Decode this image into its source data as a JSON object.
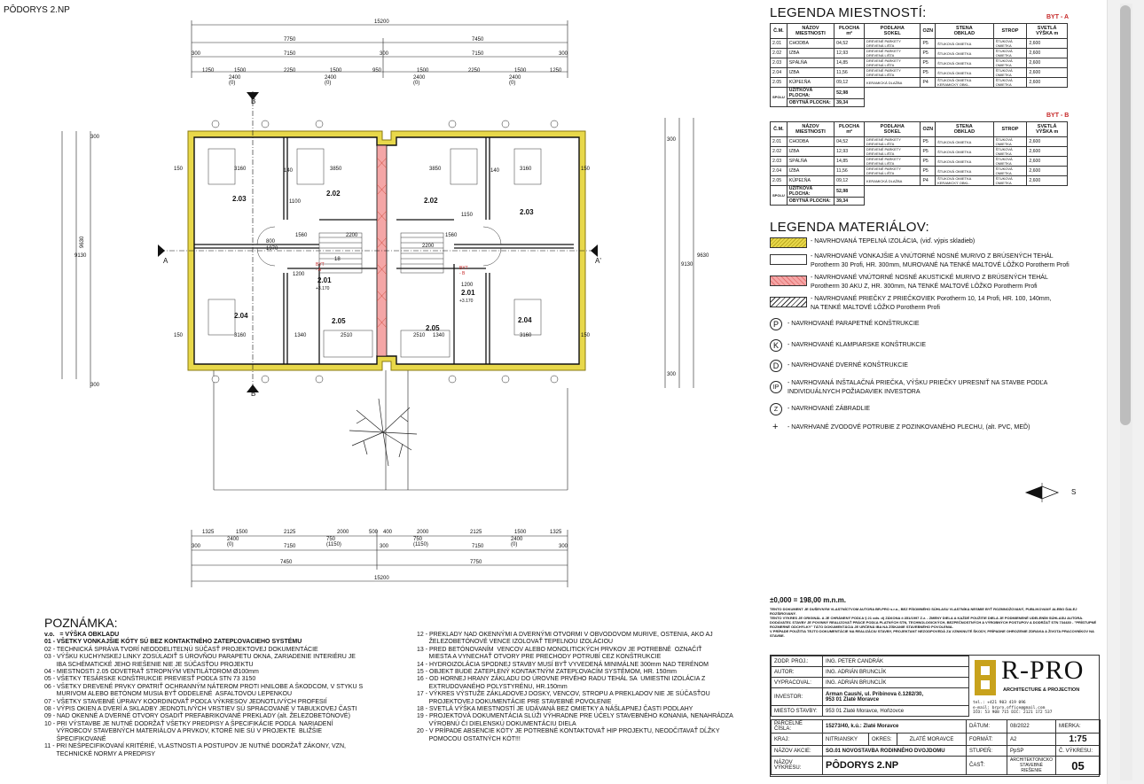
{
  "sheet_title": "PÔDORYS 2.NP",
  "plan": {
    "top_dims": {
      "total": "15200",
      "halves": [
        "7750",
        "7450"
      ],
      "row3": [
        "300",
        "7150",
        "300",
        "7150",
        "300"
      ],
      "row4": [
        "1250",
        "1500",
        "2250",
        "1500",
        "950",
        "1500",
        "2250",
        "1500",
        "1250"
      ],
      "windows": [
        "2400 (0)",
        "2400 (0)",
        "2400 (0)",
        "2400 (0)"
      ]
    },
    "bottom_dims": {
      "row1": [
        "1325",
        "1500",
        "2125",
        "2000",
        "500",
        "400",
        "2000",
        "2125",
        "1500",
        "1325"
      ],
      "windows": [
        "2400 (0)",
        "750 (1150)",
        "750 (1150)",
        "2400 (0)"
      ],
      "row2": [
        "300",
        "7150",
        "300",
        "7150",
        "300"
      ],
      "halves": [
        "7450",
        "7750"
      ],
      "total": "15200"
    },
    "left_dims": [
      "9630",
      "9130",
      "300",
      "300"
    ],
    "right_dims": [
      "9630",
      "9130",
      "300",
      "300"
    ],
    "rooms": [
      {
        "id": "2.03",
        "w": "3160"
      },
      {
        "id": "2.02",
        "w": "3850"
      },
      {
        "id": "2.02",
        "w": "3850"
      },
      {
        "id": "2.03",
        "w": "3160"
      },
      {
        "id": "2.01",
        "w": ""
      },
      {
        "id": "2.01",
        "w": ""
      },
      {
        "id": "2.04",
        "w": "3160"
      },
      {
        "id": "2.05",
        "w": "2510"
      },
      {
        "id": "2.05",
        "w": "2510"
      },
      {
        "id": "2.04",
        "w": "3160"
      }
    ],
    "byt_labels": [
      "BYT - A",
      "BYT - B"
    ],
    "level": "+3.170",
    "section_marks": {
      "a": "A",
      "a2": "A'",
      "b": "B",
      "b2": "B'"
    },
    "misc_dims": [
      "150",
      "150",
      "150",
      "150",
      "1560",
      "1560",
      "1100",
      "1150",
      "1200",
      "1200",
      "800",
      "1970",
      "140",
      "140",
      "1340",
      "1340",
      "2200",
      "2200",
      "18"
    ]
  },
  "legend_rooms": {
    "title": "LEGENDA MIESTNOSTÍ:",
    "headers": {
      "cm": "Č.M.",
      "name": "NÁZOV MIESTNOSTI",
      "area": "PLOCHA m²",
      "floor": "PODLAHA",
      "sokel": "SOKEL",
      "ozn": "OZN",
      "wall": "STENA",
      "obklad": "OBKLAD",
      "ceiling": "STROP",
      "height": "SVETLÁ VÝŠKA m"
    },
    "tables": [
      {
        "label": "BYT - A",
        "rows": [
          {
            "cm": "2.01",
            "name": "CHODBA",
            "area": "04,52",
            "floor": "DREVENÉ PARKETY DREVENÁ LIŠTA",
            "ozn": "P5",
            "wall": "ŠTUKOVÁ OMIETKA",
            "ceiling": "ŠTUKOVÁ OMIETKA",
            "height": "2,600"
          },
          {
            "cm": "2.02",
            "name": "IZBA",
            "area": "12,93",
            "floor": "DREVENÉ PARKETY DREVENÁ LIŠTA",
            "ozn": "P5",
            "wall": "ŠTUKOVÁ OMIETKA",
            "ceiling": "ŠTUKOVÁ OMIETKA",
            "height": "2,600"
          },
          {
            "cm": "2.03",
            "name": "SPÁLŇA",
            "area": "14,85",
            "floor": "DREVENÉ PARKETY DREVENÁ LIŠTA",
            "ozn": "P5",
            "wall": "ŠTUKOVÁ OMIETKA",
            "ceiling": "ŠTUKOVÁ OMIETKA",
            "height": "2,600"
          },
          {
            "cm": "2.04",
            "name": "IZBA",
            "area": "11,56",
            "floor": "DREVENÉ PARKETY DREVENÁ LIŠTA",
            "ozn": "P5",
            "wall": "ŠTUKOVÁ OMIETKA",
            "ceiling": "ŠTUKOVÁ OMIETKA",
            "height": "2,600"
          },
          {
            "cm": "2.05",
            "name": "KÚPEĽŇA",
            "area": "09,12",
            "floor": "KERAMICKÁ DLAŽBA",
            "ozn": "P4",
            "wall": "ŠTUKOVÁ OMIETKA KERAMICKÝ OBKL.",
            "ceiling": "ŠTUKOVÁ OMIETKA",
            "height": "2,600"
          }
        ],
        "useful_label": "ÚŽITKOVÁ PLOCHA:",
        "useful": "52,98",
        "living_label": "OBYTNÁ PLOCHA:",
        "living": "39,34",
        "side": "SPOLU"
      },
      {
        "label": "BYT - B",
        "rows": [
          {
            "cm": "2.01",
            "name": "CHODBA",
            "area": "04,52",
            "floor": "DREVENÉ PARKETY DREVENÁ LIŠTA",
            "ozn": "P5",
            "wall": "ŠTUKOVÁ OMIETKA",
            "ceiling": "ŠTUKOVÁ OMIETKA",
            "height": "2,600"
          },
          {
            "cm": "2.02",
            "name": "IZBA",
            "area": "12,93",
            "floor": "DREVENÉ PARKETY DREVENÁ LIŠTA",
            "ozn": "P5",
            "wall": "ŠTUKOVÁ OMIETKA",
            "ceiling": "ŠTUKOVÁ OMIETKA",
            "height": "2,600"
          },
          {
            "cm": "2.03",
            "name": "SPÁLŇA",
            "area": "14,85",
            "floor": "DREVENÉ PARKETY DREVENÁ LIŠTA",
            "ozn": "P5",
            "wall": "ŠTUKOVÁ OMIETKA",
            "ceiling": "ŠTUKOVÁ OMIETKA",
            "height": "2,600"
          },
          {
            "cm": "2.04",
            "name": "IZBA",
            "area": "11,56",
            "floor": "DREVENÉ PARKETY DREVENÁ LIŠTA",
            "ozn": "P5",
            "wall": "ŠTUKOVÁ OMIETKA",
            "ceiling": "ŠTUKOVÁ OMIETKA",
            "height": "2,600"
          },
          {
            "cm": "2.05",
            "name": "KÚPEĽŇA",
            "area": "09,12",
            "floor": "KERAMICKÁ DLAŽBA",
            "ozn": "P4",
            "wall": "ŠTUKOVÁ OMIETKA KERAMICKÝ OBKL.",
            "ceiling": "ŠTUKOVÁ OMIETKA",
            "height": "2,600"
          }
        ],
        "useful_label": "ÚŽITKOVÁ PLOCHA:",
        "useful": "52,98",
        "living_label": "OBYTNÁ PLOCHA:",
        "living": "39,34",
        "side": "SPOLU"
      }
    ]
  },
  "legend_materials": {
    "title": "LEGENDA MATERIÁLOV:",
    "items": [
      {
        "line1": "- NAVRHOVANÁ TEPELNÁ IZOLÁCIA, (viď. výpis skladieb)",
        "line2": ""
      },
      {
        "line1": "- NAVRHOVANÉ VONKAJŠIE A VNÚTORNÉ NOSNÉ MURIVO Z BRÚSENÝCH TEHÁL",
        "line2": "Porotherm 30 Profi, HR. 300mm, MUROVANÉ NA TENKÉ MALTOVÉ LÔŽKO Porotherm Profi"
      },
      {
        "line1": "- NAVRHOVANÉ VNÚTORNÉ NOSNÉ AKUSTICKÉ MURIVO Z BRÚSENÝCH TEHÁL",
        "line2": "Porotherm 30 AKU Z, HR. 300mm, NA TENKÉ MALTOVÉ LÔŽKO Porotherm Profi"
      },
      {
        "line1": "- NAVRHOVANÉ PRIEČKY Z PRIEČKOVIEK Porotherm 10, 14 Profi, HR. 100, 140mm,",
        "line2": "NA TENKÉ MALTOVÉ LÔŽKO Porotherm Profi"
      }
    ],
    "symbols": [
      {
        "mark": "P",
        "text": "- NAVRHOVANÉ PARAPETNÉ KONŠTRUKCIE"
      },
      {
        "mark": "K",
        "text": "- NAVRHOVANÉ KLAMPIARSKE KONŠTRUKCIE"
      },
      {
        "mark": "D",
        "text": "- NAVRHOVANÉ DVERNÉ KONŠTRUKCIE"
      },
      {
        "mark": "IP",
        "text": "- NAVRHOVANÁ INŠTALAČNÁ PRIEČKA, VÝŠKU PRIEČKY UPRESNIŤ NA STAVBE PODĽA",
        "text2": "INDIVIDUÁLNYCH POŽIADAVIEK INVESTORA"
      },
      {
        "mark": "Z",
        "text": "- NAVRHOVANÉ ZÁBRADLIE"
      },
      {
        "mark": "+",
        "text": "- NAVRHVANÉ ZVODOVÉ POTRUBIE Z POZINKOVANÉHO PLECHU, (alt. PVC, MEĎ)"
      }
    ]
  },
  "north": "S",
  "notes": {
    "title": "POZNÁMKA:",
    "col1": [
      "v.o.   = VÝŠKA OBKLADU",
      "01 - VŠETKY VONKAJŠIE KÓTY SÚ BEZ KONTAKTNÉHO ZATEPĽOVACIEHO SYSTÉMU",
      "02 - TECHNICKÁ SPRÁVA TVORÍ NEODDELITEĽNÚ SÚČASŤ PROJEKTOVEJ DOKUMENTÁCIE",
      "03 - VÝŠKU KUCHYNSKEJ LINKY ZOSÚLADIŤ S ÚROVŇOU PARAPETU OKNA, ZARIADENIE INTERIÉRU JE",
      "       IBA SCHÉMATICKÉ JEHO RIEŠENIE NIE JE SÚČASŤOU PROJEKTU",
      "04 - MIESTNOSTI 2.05 ODVETRAŤ STROPNÝM VENTILÁTOROM Ø100mm",
      "05 - VŠETKY TESÁRSKE KONŠTRUKCIE PREVIESŤ PODĽA STN 73 3150",
      "06 - VŠETKY DREVENÉ PRVKY OPATRIŤ OCHRANNÝM NÁTEROM PROTI HNILOBE A ŠKODCOM, V STYKU S",
      "       MURIVOM ALEBO BETÓNOM MUSIA BYŤ ODDELENÉ  ASFALTOVOU LEPENKOU",
      "07 - VŠETKY STAVEBNÉ ÚPRAVY KOORDINOVAŤ PODĽA VÝKRESOV JEDNOTLIVÝCH PROFESIÍ",
      "08 - VÝPIS OKIEN A DVERÍ A SKLADBY JEDNOTLIVÝCH VRSTIEV SÚ SPRACOVANÉ V TABUĽKOVEJ ČASTI",
      "09 - NAD OKENNÉ A DVERNÉ OTVORY OSADIŤ PREFABRIKOVANÉ PREKLADY (alt. ŽELEZOBETÓNOVÉ)",
      "10 - PRI VÝSTAVBE JE NUTNÉ DODRŽAŤ VŠETKY PREDPISY A ŠPECIFIKÁCIE PODĽA  NARIADENÍ",
      "       VÝROBCOV STAVEBNÝCH MATERIÁLOV A PRVKOV, KTORÉ NIE SÚ V PROJEKTE  BLIŽŠIE",
      "       ŠPECIFIKOVANÉ",
      "11 - PRI NEŠPECIFIKOVANÍ KRITÉRIÉ, VLASTNOSTI A POSTUPOV JE NUTNÉ DODRŽAŤ ZÁKONY, VZN,",
      "       TECHNICKÉ NORMY A PREDPISY"
    ],
    "col2": [
      "12 - PREKLADY NAD OKENNÝMI A DVERNÝMI OTVORMI V OBVODOVOM MURIVE, OSTENIA, AKO AJ",
      "       ŽELEZOBETÓNOVÉ VENCE IZOLOVAŤ TEPELNOU IZOLÁCIOU",
      "13 - PRED BETÓNOVANÍM  VENCOV ALEBO MONOLITICKÝCH PRVKOV JE POTREBNÉ  OZNAČIŤ",
      "       MIESTA A VYNECHAŤ OTVORY PRE PRECHODY POTRUBÍ CEZ KONŠTRUKCIE",
      "14 - HYDROIZOLÁCIA SPODNEJ STAVBY MUSÍ BYŤ VYVEDENÁ MINIMÁLNE 300mm NAD TERÉNOM",
      "15 - OBJEKT BUDE ZATEPLENÝ KONTAKTNÝM ZATEPĽOVACÍM SYSTÉMOM, HR. 150mm",
      "16 - OD HORNEJ HRANY ZÁKLADU DO ÚROVNE PRVÉHO RADU TEHÁL SA  UMIESTNI IZOLÁCIA Z",
      "       EXTRUDOVANÉHO POLYSTYRÉNU, HR.150mm",
      "17 - VÝKRES VÝSTUŽE ZÁKLADOVEJ DOSKY, VENCOV, STROPU A PREKLADOV NIE JE SÚČASŤOU",
      "       PROJEKTOVEJ DOKUMENTÁCIE PRE STAVEBNÉ POVOLENIE",
      "18 - SVETLÁ VÝŠKA MIESTNOSTÍ JE UDÁVANÁ BEZ OMIETKY A NÁŠLAPNEJ ČASTI PODLAHY",
      "19 - PROJEKTOVÁ DOKUMENTÁCIA SLÚŽI VÝHRADNE PRE ÚČELY STAVEBNÉHO KONANIA, NENAHRÁDZA",
      "       VÝROBNÚ ČI DIELENSKÚ DOKUMENTÁCIU DIELA",
      "20 - V PRÍPADE ABSENCIE KÓTY JE POTREBNÉ KONTAKTOVAŤ HIP PROJEKTU, NEODČITAVAŤ DĹŽKY",
      "       POMOCOU OSTATNÝCH KÓT!!!"
    ]
  },
  "elevation": "±0,000 = 198,00 m.n.m.",
  "disclaimers": [
    "TENTO DOKUMENT JE DUŠEVNÝM VLASTNÍCTVOM AUTORA BR-PRO s.r.o., BEZ PÍSOMNÉHO SÚHLASU VLASTNÍKA NESMIE BYŤ ROZMNOŽOVANÝ, PUBLIKOVANÝ ALEBO ĎALEJ ROZŠIROVANÝ.",
    "TENTO VÝKRES JE ORIGINÁL A JE CHRÁNENÝ PODĽA § 21 ods. d) ZÁKONA č.351/1997 Z.z. - ZMENY DIELA A KAŽDÉ POUŽITIE DIELA JE PODMIENENÉ UDELENÍM SÚHLASU AUTORA.",
    "DODÁVATEĽ STAVBY JE POVINNÝ REALIZOVAŤ PRÁCE PODĽA PLATNÝCH STN, TECHNOLOGICKÝCH, BEZPEČNOSTNÝCH A VÝROBNÝCH POSTUPOV A DODRŽAŤ STN 734430 - \"PRÍSTUPNÉ ROZMERNÉ ODCHÝLKY\" TÁTO DOKUMENTÁCIA JE URČENÁ IBA NA ZÍSKANIE STAVEBNÉHO POVOLENIA.",
    "V PRÍPADE POUŽITIA TEJTO DOKUMENTÁCIE NA REALIZÁCIU STAVBY, PROJEKTANT NEZODPOVEDÁ ZA VZNIKNUTÉ ŠKODY, PRÍPADNE OHROZENIE ZDRAVIA A ŽIVOTA PRACOVNÍKOV NA STAVBE."
  ],
  "title_block": {
    "zodp_label": "ZODP. PROJ.:",
    "zodp": "ING. PETER CANDRÁK",
    "autor_label": "AUTOR:",
    "autor": "ING. ADRIÁN BRUNCLÍK",
    "vypr_label": "VYPRACOVAL:",
    "vypr": "ING. ADRIÁN BRUNCLÍK",
    "investor_label": "INVESTOR:",
    "investor1": "Arman Caushi, ul. Pribinova č.1282/30,",
    "investor2": "953 01 Zlaté Moravce",
    "miesto_label": "MIESTO STAVBY:",
    "miesto": "953 01 Zlaté Moravce, Hoňzovce",
    "parcel_label": "PARCELNÉ ČÍSLA:",
    "parcel": "15273/40, k.ú.: Zlaté Moravce",
    "kraj_label": "KRAJ:",
    "kraj": "NITRIANSKY",
    "okres_label": "OKRES:",
    "okres": "ZLATÉ MORAVCE",
    "akcia_label": "NÁZOV AKCIE:",
    "akcia": "SO.01 NOVOSTAVBA RODINNÉHO DVOJDOMU",
    "vykres_label": "NÁZOV VÝKRESU:",
    "vykres": "PÔDORYS 2.NP",
    "datum_label": "DÁTUM:",
    "datum": "08/2022",
    "format_label": "FORMÁT:",
    "format": "A2",
    "stupen_label": "STUPEŇ:",
    "stupen": "PpSP",
    "cast_label": "ČASŤ:",
    "cast1": "ARCHITEKTONICKO",
    "cast2": "STAVEBNÉ RIEŠENIE",
    "mierka_label": "MIERKA:",
    "mierka": "1:75",
    "cvykresu_label": "Č. VÝKRESU:",
    "cvykresu": "05",
    "logo_main": "R-PRO",
    "logo_sub": "ARCHITECTURE & PROJECTION",
    "contact_tel_label": "tel.:",
    "contact_tel": "+421 903 419 096",
    "contact_mail_label": "e-mail:",
    "contact_mail": "brpro.office@gmail.com",
    "contact_ico": "IČO: 53 908 715   DIČ: 2121 172 537"
  },
  "colors": {
    "insulation": "#e8d84a",
    "insulation_edge": "#8a7a10",
    "aku": "#f4a6a6",
    "accent_red": "#c62828",
    "logo_gold": "#c8a21c"
  }
}
